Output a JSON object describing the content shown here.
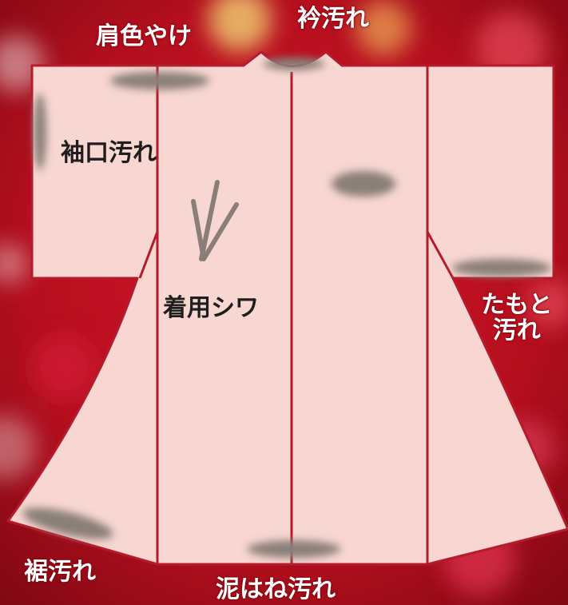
{
  "labels": {
    "shoulder_fading": "肩色やけ",
    "collar_stain": "衿汚れ",
    "cuff_stain": "袖口汚れ",
    "wear_wrinkles": "着用シワ",
    "sleeve_stain_line1": "たもと",
    "sleeve_stain_line2": "汚れ",
    "hem_stain": "裾汚れ",
    "mud_splash_stain": "泥はね汚れ"
  },
  "colors": {
    "background": "#b50f1e",
    "garment_fill": "#f8d6d1",
    "garment_outline": "#b51b2c",
    "stain": "#8a7f78",
    "label_light": "#ffffff",
    "label_dark": "#1e1e1e"
  }
}
